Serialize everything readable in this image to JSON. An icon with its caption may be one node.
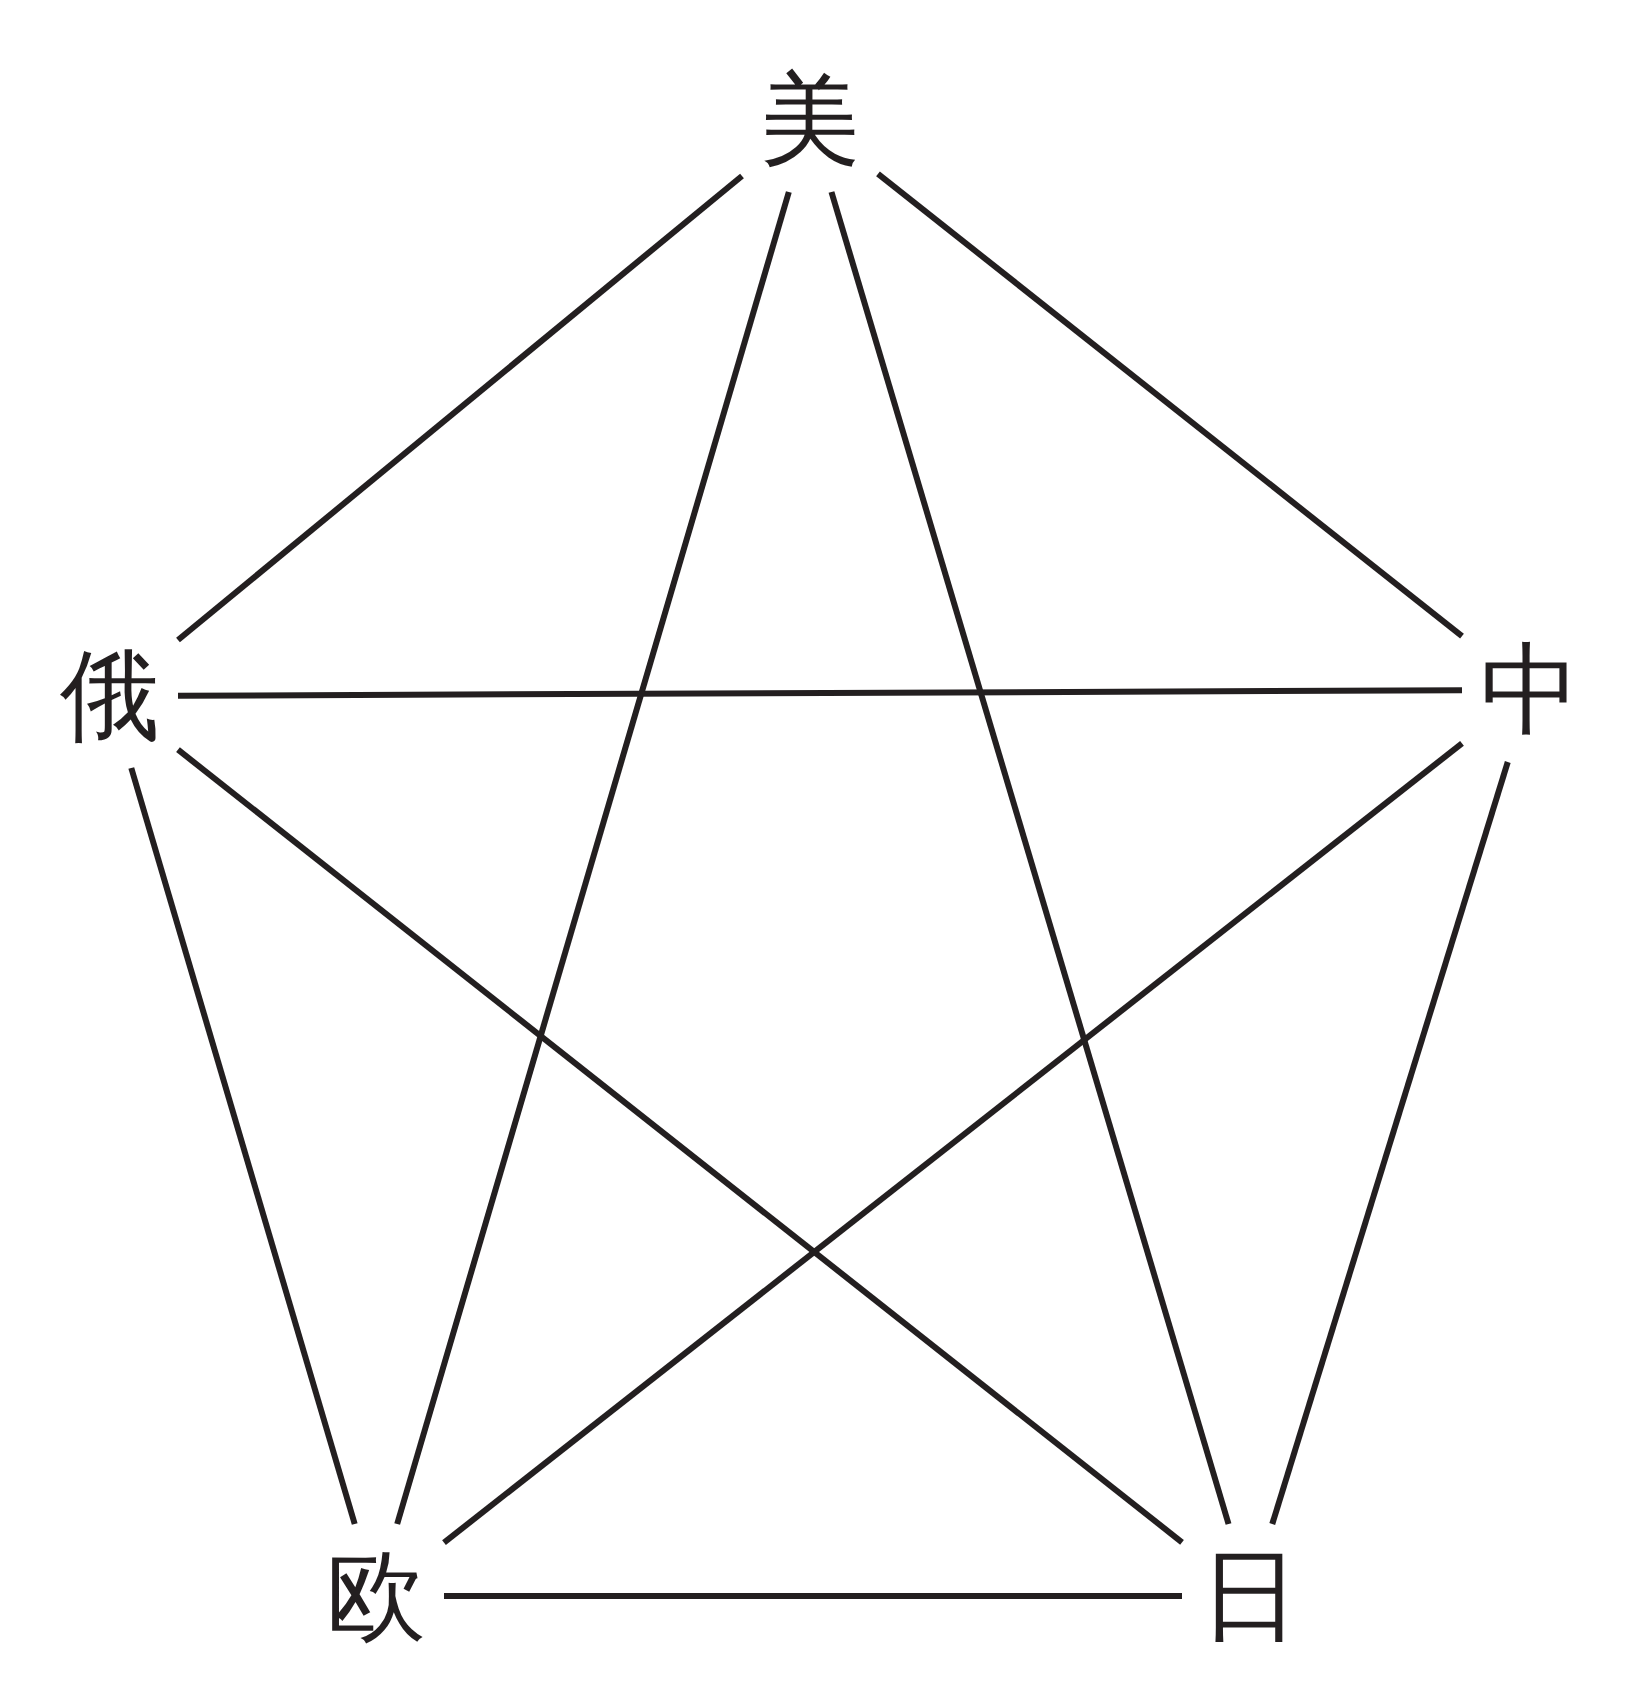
{
  "diagram": {
    "nodes": [
      {
        "text": [
          "美"
        ]
      },
      {
        "text": [
          "俄"
        ]
      },
      {
        "text": [
          "中"
        ]
      },
      {
        "text": [
          "欧"
        ]
      },
      {
        "text": [
          "日"
        ]
      }
    ],
    "edges": [
      {
        "from": 0,
        "to": 1,
        "arrow": "none"
      },
      {
        "from": 0,
        "to": 2,
        "arrow": "none"
      },
      {
        "from": 0,
        "to": 3,
        "arrow": "none"
      },
      {
        "from": 0,
        "to": 4,
        "arrow": "none"
      },
      {
        "from": 1,
        "to": 2,
        "arrow": "none"
      },
      {
        "from": 1,
        "to": 3,
        "arrow": "none"
      },
      {
        "from": 1,
        "to": 4,
        "arrow": "none"
      },
      {
        "from": 2,
        "to": 3,
        "arrow": "none"
      },
      {
        "from": 2,
        "to": 4,
        "arrow": "none"
      },
      {
        "from": 3,
        "to": 4,
        "arrow": "none"
      }
    ]
  }
}
